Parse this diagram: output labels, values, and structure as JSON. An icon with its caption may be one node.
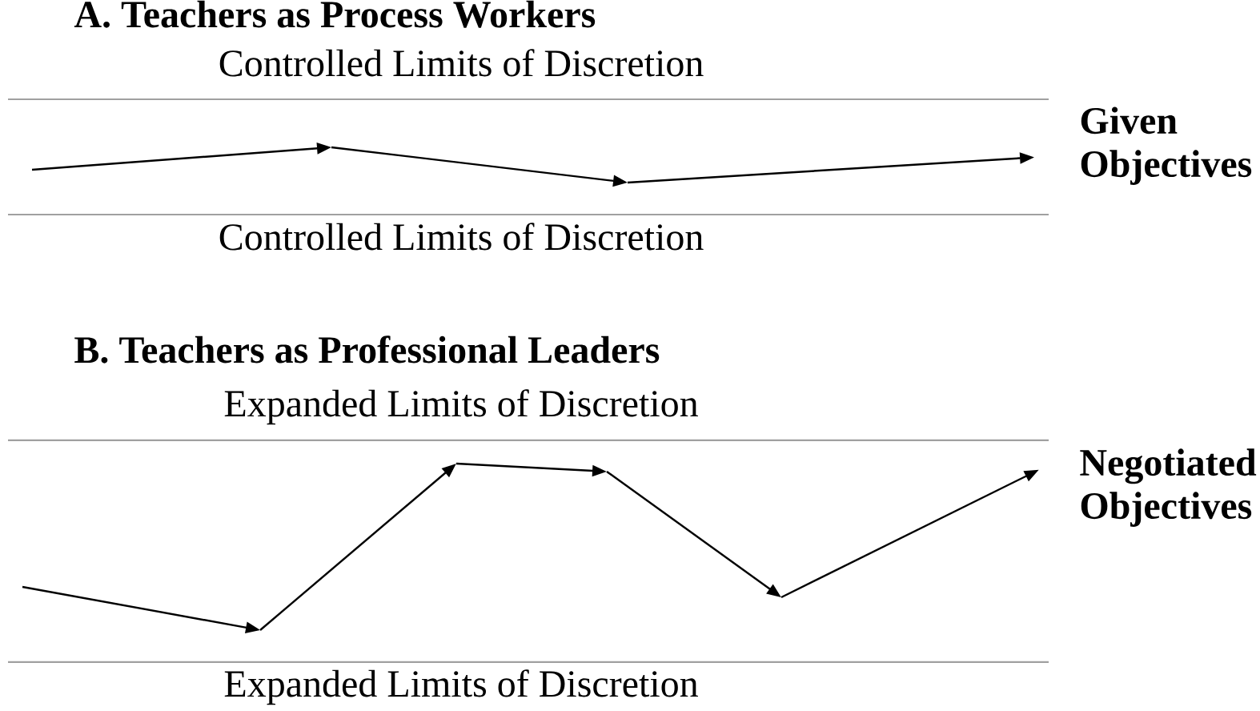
{
  "diagram": {
    "nodes": [
      {
        "text": [
          "Given Objectives"
        ]
      },
      {
        "text": [
          "Negotiated Objectives"
        ]
      }
    ],
    "edges": [
      {
        "from": null,
        "to": 0,
        "arrow": "to"
      },
      {
        "from": null,
        "to": 1,
        "arrow": "to"
      }
    ],
    "labels": [
      "A. Teachers as Process Workers",
      "Controlled Limits of Discretion",
      "Controlled Limits of Discretion",
      "B. Teachers as Professional Leaders",
      "Expanded Limits of Discretion",
      "Expanded Limits of Discretion"
    ]
  }
}
